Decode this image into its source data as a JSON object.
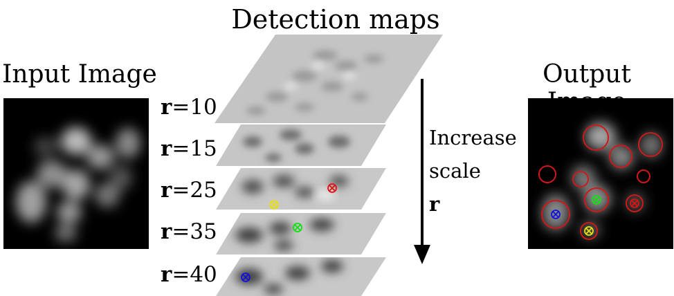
{
  "titles": {
    "center": "Detection maps",
    "left": "Input Image",
    "right": "Output Image"
  },
  "scales": [
    {
      "var": "r",
      "eq": "=10"
    },
    {
      "var": "r",
      "eq": "=15"
    },
    {
      "var": "r",
      "eq": "=25"
    },
    {
      "var": "r",
      "eq": "=35"
    },
    {
      "var": "r",
      "eq": "=40"
    }
  ],
  "arrow_text": {
    "line1": "Increase",
    "line2": "scale",
    "line3": "r"
  },
  "marker_colors": {
    "red": "#e01010",
    "yellow": "#e8e010",
    "green": "#10e010",
    "blue": "#1010e0",
    "circle": "#d01818"
  }
}
